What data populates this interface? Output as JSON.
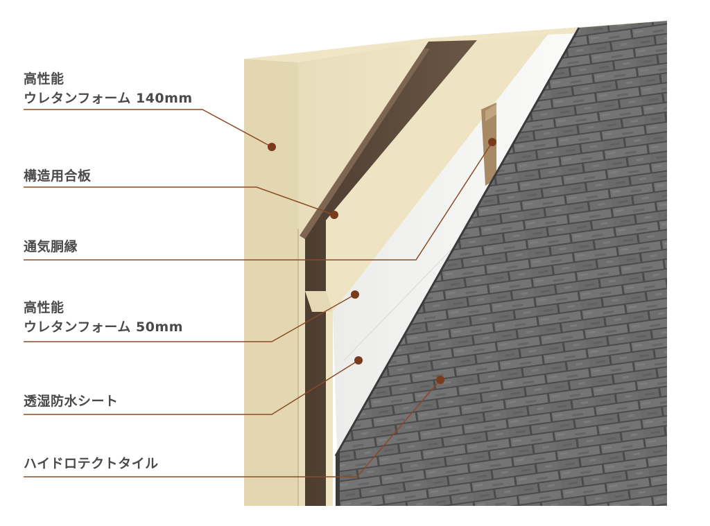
{
  "labels": [
    {
      "id": "urethane-140",
      "lines": [
        "高性能",
        "ウレタンフォーム 140mm"
      ]
    },
    {
      "id": "structural-plywood",
      "lines": [
        "構造用合板"
      ]
    },
    {
      "id": "ventilation-furring",
      "lines": [
        "通気胴縁"
      ]
    },
    {
      "id": "urethane-50",
      "lines": [
        "高性能",
        "ウレタンフォーム 50mm"
      ]
    },
    {
      "id": "moisture-permeable-sheet",
      "lines": [
        "透湿防水シート"
      ]
    },
    {
      "id": "hydrotect-tile",
      "lines": [
        "ハイドロテクトタイル"
      ]
    }
  ],
  "colors": {
    "leader_line": "#8a4a26",
    "marker_dot": "#7a3a1c",
    "foam": "#ece2c2",
    "foam_shadow": "#d9cda6",
    "plywood": "#5e4b3b",
    "sheet": "#f4f4f2",
    "tile": "#5a5a5a",
    "label_text": "#4a4a4a"
  }
}
